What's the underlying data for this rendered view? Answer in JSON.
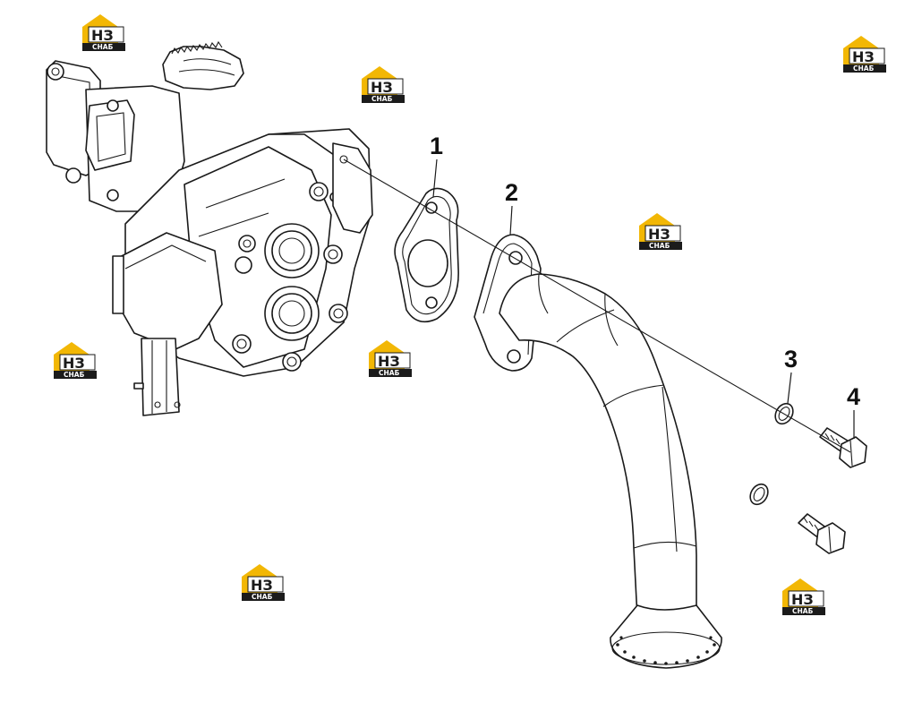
{
  "callouts": [
    {
      "id": "1",
      "label": "1"
    },
    {
      "id": "2",
      "label": "2"
    },
    {
      "id": "3",
      "label": "3"
    },
    {
      "id": "4",
      "label": "4"
    }
  ],
  "watermark": {
    "mark": "НЗ",
    "caption": "СНАБ",
    "colors": {
      "brand": "#f2b705",
      "dark": "#1b1b1b",
      "text_light": "#ffffff"
    }
  }
}
